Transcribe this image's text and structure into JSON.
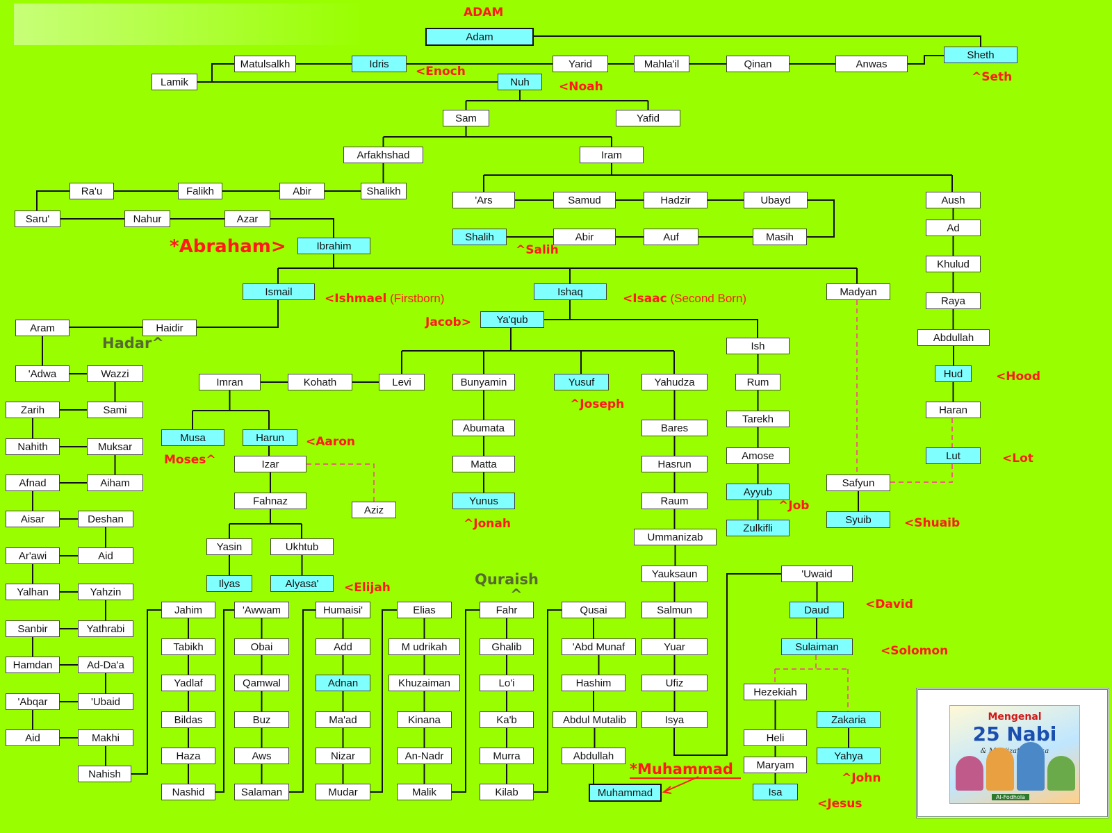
{
  "tree": {
    "nodes": [
      {
        "id": "adam",
        "text": "Adam",
        "prophet": true,
        "big": true
      },
      {
        "id": "sheth",
        "text": "Sheth",
        "prophet": true
      },
      {
        "id": "anwas",
        "text": "Anwas"
      },
      {
        "id": "qinan",
        "text": "Qinan"
      },
      {
        "id": "mahlail",
        "text": "Mahla'il"
      },
      {
        "id": "yarid",
        "text": "Yarid"
      },
      {
        "id": "idris",
        "text": "Idris",
        "prophet": true
      },
      {
        "id": "matulsalkh",
        "text": "Matulsalkh"
      },
      {
        "id": "lamik",
        "text": "Lamik"
      },
      {
        "id": "nuh",
        "text": "Nuh",
        "prophet": true
      },
      {
        "id": "sam",
        "text": "Sam"
      },
      {
        "id": "yafid",
        "text": "Yafid"
      },
      {
        "id": "arfakhshad",
        "text": "Arfakhshad"
      },
      {
        "id": "iram",
        "text": "Iram"
      },
      {
        "id": "shalikh",
        "text": "Shalikh"
      },
      {
        "id": "abir1",
        "text": "Abir"
      },
      {
        "id": "falikh",
        "text": "Falikh"
      },
      {
        "id": "rau",
        "text": "Ra'u"
      },
      {
        "id": "saru",
        "text": "Saru'"
      },
      {
        "id": "nahur",
        "text": "Nahur"
      },
      {
        "id": "azar",
        "text": "Azar"
      },
      {
        "id": "ibrahim",
        "text": "Ibrahim",
        "prophet": true
      },
      {
        "id": "ars",
        "text": "'Ars"
      },
      {
        "id": "samud",
        "text": "Samud"
      },
      {
        "id": "hadzir",
        "text": "Hadzir"
      },
      {
        "id": "ubayd",
        "text": "Ubayd"
      },
      {
        "id": "shalih",
        "text": "Shalih",
        "prophet": true
      },
      {
        "id": "abir2",
        "text": "Abir"
      },
      {
        "id": "auf",
        "text": "Auf"
      },
      {
        "id": "masih",
        "text": "Masih"
      },
      {
        "id": "aush",
        "text": "Aush"
      },
      {
        "id": "ad",
        "text": "Ad"
      },
      {
        "id": "khulud",
        "text": "Khulud"
      },
      {
        "id": "raya",
        "text": "Raya"
      },
      {
        "id": "abdullah1",
        "text": "Abdullah"
      },
      {
        "id": "hud",
        "text": "Hud",
        "prophet": true
      },
      {
        "id": "haran",
        "text": "Haran"
      },
      {
        "id": "lut",
        "text": "Lut",
        "prophet": true
      },
      {
        "id": "ismail",
        "text": "Ismail",
        "prophet": true
      },
      {
        "id": "ishaq",
        "text": "Ishaq",
        "prophet": true
      },
      {
        "id": "madyan",
        "text": "Madyan"
      },
      {
        "id": "safyun",
        "text": "Safyun"
      },
      {
        "id": "syuib",
        "text": "Syuib",
        "prophet": true
      },
      {
        "id": "yaqub",
        "text": "Ya'qub",
        "prophet": true
      },
      {
        "id": "aram",
        "text": "Aram"
      },
      {
        "id": "haidir",
        "text": "Haidir"
      },
      {
        "id": "adwa",
        "text": "'Adwa"
      },
      {
        "id": "wazzi",
        "text": "Wazzi"
      },
      {
        "id": "zarih",
        "text": "Zarih"
      },
      {
        "id": "sami",
        "text": "Sami"
      },
      {
        "id": "nahith",
        "text": "Nahith"
      },
      {
        "id": "muksar",
        "text": "Muksar"
      },
      {
        "id": "afnad",
        "text": "Afnad"
      },
      {
        "id": "aiham",
        "text": "Aiham"
      },
      {
        "id": "aisar",
        "text": "Aisar"
      },
      {
        "id": "deshan",
        "text": "Deshan"
      },
      {
        "id": "arawi",
        "text": "Ar'awi"
      },
      {
        "id": "aid1",
        "text": "Aid"
      },
      {
        "id": "yalhan",
        "text": "Yalhan"
      },
      {
        "id": "yahzin",
        "text": "Yahzin"
      },
      {
        "id": "sanbir",
        "text": "Sanbir"
      },
      {
        "id": "yathrabi",
        "text": "Yathrabi"
      },
      {
        "id": "hamdan",
        "text": "Hamdan"
      },
      {
        "id": "adda",
        "text": "Ad-Da'a"
      },
      {
        "id": "abqar",
        "text": "'Abqar"
      },
      {
        "id": "ubaid",
        "text": "'Ubaid"
      },
      {
        "id": "aid2",
        "text": "Aid"
      },
      {
        "id": "makhi",
        "text": "Makhi"
      },
      {
        "id": "nahish",
        "text": "Nahish"
      },
      {
        "id": "imran",
        "text": "Imran"
      },
      {
        "id": "kohath",
        "text": "Kohath"
      },
      {
        "id": "levi",
        "text": "Levi"
      },
      {
        "id": "bunyamin",
        "text": "Bunyamin"
      },
      {
        "id": "yusuf",
        "text": "Yusuf",
        "prophet": true
      },
      {
        "id": "yahudza",
        "text": "Yahudza"
      },
      {
        "id": "ish",
        "text": "Ish"
      },
      {
        "id": "rum",
        "text": "Rum"
      },
      {
        "id": "tarekh",
        "text": "Tarekh"
      },
      {
        "id": "amose",
        "text": "Amose"
      },
      {
        "id": "ayyub",
        "text": "Ayyub",
        "prophet": true
      },
      {
        "id": "zulkifli",
        "text": "Zulkifli",
        "prophet": true
      },
      {
        "id": "musa",
        "text": "Musa",
        "prophet": true
      },
      {
        "id": "harun",
        "text": "Harun",
        "prophet": true
      },
      {
        "id": "izar",
        "text": "Izar"
      },
      {
        "id": "fahnaz",
        "text": "Fahnaz"
      },
      {
        "id": "aziz",
        "text": "Aziz"
      },
      {
        "id": "yasin",
        "text": "Yasin"
      },
      {
        "id": "ukhtub",
        "text": "Ukhtub"
      },
      {
        "id": "ilyas",
        "text": "Ilyas",
        "prophet": true
      },
      {
        "id": "alyasa",
        "text": "Alyasa'",
        "prophet": true
      },
      {
        "id": "abumata",
        "text": "Abumata"
      },
      {
        "id": "matta",
        "text": "Matta"
      },
      {
        "id": "yunus",
        "text": "Yunus",
        "prophet": true
      },
      {
        "id": "bares",
        "text": "Bares"
      },
      {
        "id": "hasrun",
        "text": "Hasrun"
      },
      {
        "id": "raum",
        "text": "Raum"
      },
      {
        "id": "ummanizab",
        "text": "Ummanizab"
      },
      {
        "id": "yauksaun",
        "text": "Yauksaun"
      },
      {
        "id": "salmun",
        "text": "Salmun"
      },
      {
        "id": "yuar",
        "text": "Yuar"
      },
      {
        "id": "ufiz",
        "text": "Ufiz"
      },
      {
        "id": "isya",
        "text": "Isya"
      },
      {
        "id": "uwaid",
        "text": "'Uwaid"
      },
      {
        "id": "daud",
        "text": "Daud",
        "prophet": true
      },
      {
        "id": "sulaiman",
        "text": "Sulaiman",
        "prophet": true
      },
      {
        "id": "hezekiah",
        "text": "Hezekiah"
      },
      {
        "id": "zakaria",
        "text": "Zakaria",
        "prophet": true
      },
      {
        "id": "heli",
        "text": "Heli"
      },
      {
        "id": "yahya",
        "text": "Yahya",
        "prophet": true
      },
      {
        "id": "maryam",
        "text": "Maryam"
      },
      {
        "id": "isa",
        "text": "Isa",
        "prophet": true
      },
      {
        "id": "jahim",
        "text": "Jahim"
      },
      {
        "id": "tabikh",
        "text": "Tabikh"
      },
      {
        "id": "yadlaf",
        "text": "Yadlaf"
      },
      {
        "id": "bildas",
        "text": "Bildas"
      },
      {
        "id": "haza",
        "text": "Haza"
      },
      {
        "id": "nashid",
        "text": "Nashid"
      },
      {
        "id": "awwam",
        "text": "'Awwam"
      },
      {
        "id": "obai",
        "text": "Obai"
      },
      {
        "id": "qamwal",
        "text": "Qamwal"
      },
      {
        "id": "buz",
        "text": "Buz"
      },
      {
        "id": "aws",
        "text": "Aws"
      },
      {
        "id": "salaman",
        "text": "Salaman"
      },
      {
        "id": "humaisi",
        "text": "Humaisi'"
      },
      {
        "id": "add",
        "text": "Add"
      },
      {
        "id": "adnan",
        "text": "Adnan",
        "prophet": true
      },
      {
        "id": "maad",
        "text": "Ma'ad"
      },
      {
        "id": "nizar",
        "text": "Nizar"
      },
      {
        "id": "mudar",
        "text": "Mudar"
      },
      {
        "id": "elias",
        "text": "Elias"
      },
      {
        "id": "mudrikah",
        "text": "M udrikah"
      },
      {
        "id": "khuzaiman",
        "text": "Khuzaiman"
      },
      {
        "id": "kinana",
        "text": "Kinana"
      },
      {
        "id": "annadr",
        "text": "An-Nadr"
      },
      {
        "id": "malik",
        "text": "Malik"
      },
      {
        "id": "fahr",
        "text": "Fahr"
      },
      {
        "id": "ghalib",
        "text": "Ghalib"
      },
      {
        "id": "loi",
        "text": "Lo'i"
      },
      {
        "id": "kab",
        "text": "Ka'b"
      },
      {
        "id": "murra",
        "text": "Murra"
      },
      {
        "id": "kilab",
        "text": "Kilab"
      },
      {
        "id": "qusai",
        "text": "Qusai"
      },
      {
        "id": "abdmunaf",
        "text": "'Abd Munaf"
      },
      {
        "id": "hashim",
        "text": "Hashim"
      },
      {
        "id": "abdulmutalib",
        "text": "Abdul Mutalib"
      },
      {
        "id": "abdullah2",
        "text": "Abdullah"
      },
      {
        "id": "muhammad",
        "text": "Muhammad",
        "prophet": true,
        "big": true
      }
    ],
    "labels": [
      {
        "id": "l-adam",
        "text": "ADAM"
      },
      {
        "id": "l-enoch",
        "text": "<Enoch"
      },
      {
        "id": "l-noah",
        "text": "<Noah"
      },
      {
        "id": "l-seth",
        "text": "^Seth"
      },
      {
        "id": "l-abraham",
        "text": "*Abraham>"
      },
      {
        "id": "l-salih",
        "text": "^Salih"
      },
      {
        "id": "l-ishmael",
        "text": "<Ishmael",
        "note": "(Firstborn)"
      },
      {
        "id": "l-isaac",
        "text": "<Isaac",
        "note": "(Second Born)"
      },
      {
        "id": "l-jacob",
        "text": "Jacob>"
      },
      {
        "id": "l-hadar",
        "text": "Hadar^"
      },
      {
        "id": "l-hood",
        "text": "<Hood"
      },
      {
        "id": "l-joseph",
        "text": "^Joseph"
      },
      {
        "id": "l-aaron",
        "text": "<Aaron"
      },
      {
        "id": "l-moses",
        "text": "Moses^"
      },
      {
        "id": "l-lot",
        "text": "<Lot"
      },
      {
        "id": "l-job",
        "text": "^Job"
      },
      {
        "id": "l-shuaib",
        "text": "<Shuaib"
      },
      {
        "id": "l-jonah",
        "text": "^Jonah"
      },
      {
        "id": "l-elijah",
        "text": "<Elijah"
      },
      {
        "id": "l-quraish",
        "text": "Quraish"
      },
      {
        "id": "l-quraish-caret",
        "text": "^"
      },
      {
        "id": "l-david",
        "text": "<David"
      },
      {
        "id": "l-solomon",
        "text": "<Solomon"
      },
      {
        "id": "l-muhammad",
        "text": "*Muhammad"
      },
      {
        "id": "l-john",
        "text": "^John"
      },
      {
        "id": "l-jesus",
        "text": "<Jesus"
      }
    ]
  },
  "book": {
    "title_top": "Mengenal",
    "title_main": "25 Nabi",
    "subtitle": "& Mukjizat Mereka",
    "publisher": "Al-Fodhola"
  },
  "colors": {
    "background": "#99ff00",
    "prophet_box": "#80ffff",
    "plain_box": "#ffffff",
    "label_red": "#ff1a1a",
    "label_olive": "#556b2f",
    "dashed_line": "#ff3399"
  }
}
